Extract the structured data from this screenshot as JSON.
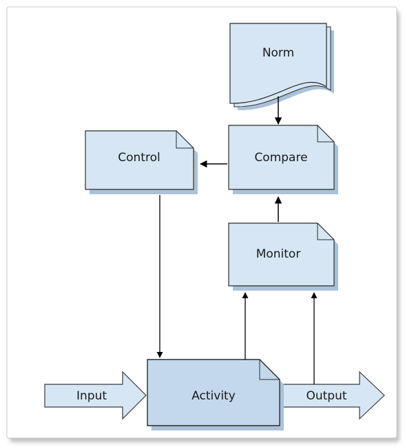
{
  "diagram": {
    "nodes": {
      "norm": "Norm",
      "control": "Control",
      "compare": "Compare",
      "monitor": "Monitor",
      "activity": "Activity"
    },
    "flows": {
      "input": "Input",
      "output": "Output"
    },
    "colors": {
      "fill": "#d6e6f4",
      "shade": "#aac2d8",
      "stroke": "#2b2b2b",
      "frame": "#9b9b9b"
    }
  }
}
